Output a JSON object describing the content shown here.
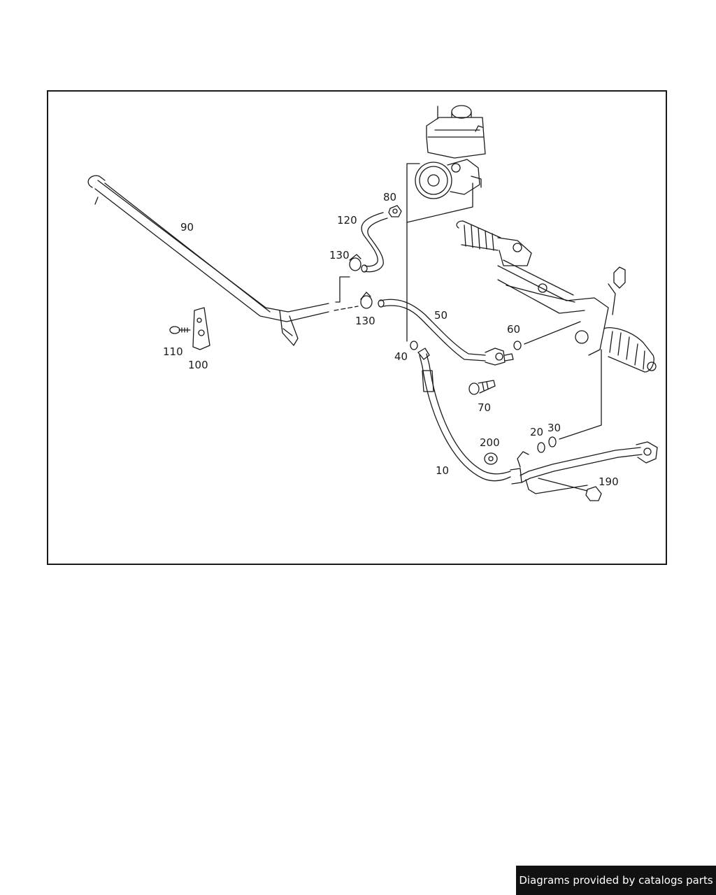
{
  "diagram": {
    "callouts": {
      "c10": "10",
      "c20": "20",
      "c30": "30",
      "c40": "40",
      "c50": "50",
      "c60": "60",
      "c70": "70",
      "c80": "80",
      "c90": "90",
      "c100": "100",
      "c110": "110",
      "c120": "120",
      "c130a": "130",
      "c130b": "130",
      "c190": "190",
      "c200": "200"
    }
  },
  "footer": {
    "credit": "Diagrams provided by catalogs parts"
  },
  "colors": {
    "line": "#1a1a1a",
    "badge_bg": "#111111",
    "badge_text": "#ffffff"
  }
}
